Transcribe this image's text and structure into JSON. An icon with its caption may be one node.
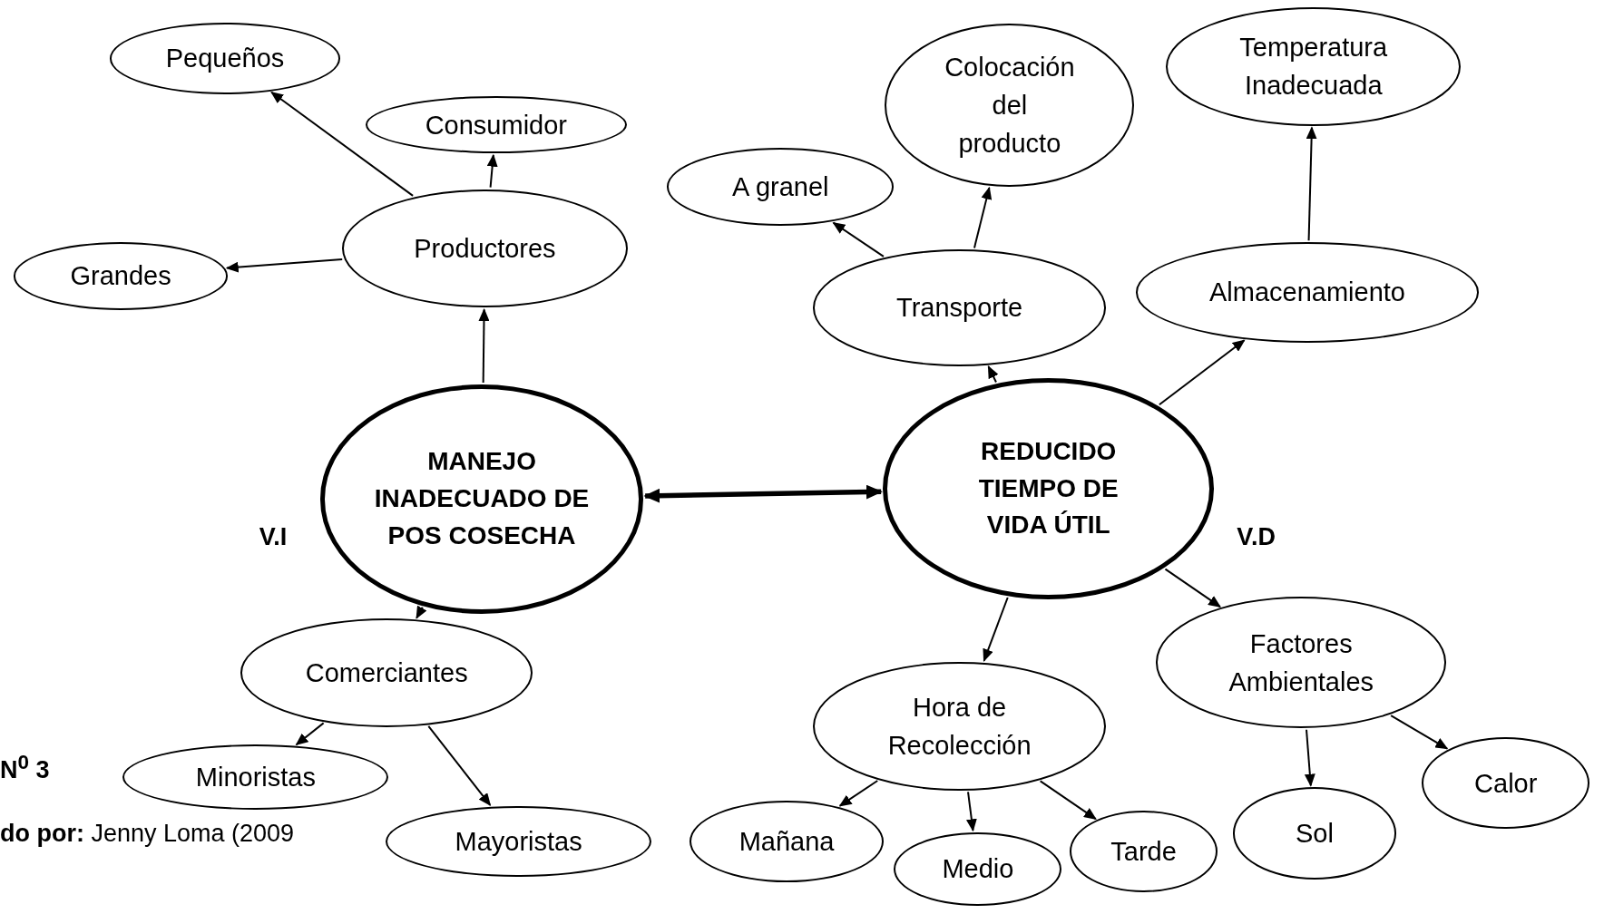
{
  "diagram": {
    "nodes": [
      {
        "text": [
          "Pequeños"
        ]
      },
      {
        "text": [
          "Consumidor"
        ]
      },
      {
        "text": [
          "Grandes"
        ]
      },
      {
        "text": [
          "Productores"
        ]
      },
      {
        "text": [
          "Colocación del producto"
        ]
      },
      {
        "text": [
          "Temperatura Inadecuada"
        ]
      },
      {
        "text": [
          "A granel"
        ]
      },
      {
        "text": [
          "Transporte"
        ]
      },
      {
        "text": [
          "Almacenamiento"
        ]
      },
      {
        "text": [
          "MANEJO INADECUADO DE POS COSECHA"
        ]
      },
      {
        "text": [
          "REDUCIDO TIEMPO DE VIDA ÚTIL"
        ]
      },
      {
        "text": [
          "Comerciantes"
        ]
      },
      {
        "text": [
          "Hora de Recolección"
        ]
      },
      {
        "text": [
          "Factores Ambientales"
        ]
      },
      {
        "text": [
          "Minoristas"
        ]
      },
      {
        "text": [
          "Mayoristas"
        ]
      },
      {
        "text": [
          "Mañana"
        ]
      },
      {
        "text": [
          "Medio"
        ]
      },
      {
        "text": [
          "Tarde"
        ]
      },
      {
        "text": [
          "Sol"
        ]
      },
      {
        "text": [
          "Calor"
        ]
      }
    ],
    "edges": [
      {
        "from": 3,
        "to": 0,
        "arrow": "to"
      },
      {
        "from": 3,
        "to": 1,
        "arrow": "to"
      },
      {
        "from": 3,
        "to": 2,
        "arrow": "to"
      },
      {
        "from": 9,
        "to": 3,
        "arrow": "to"
      },
      {
        "from": 9,
        "to": 10,
        "arrow": "both",
        "style": "thick"
      },
      {
        "from": 7,
        "to": 6,
        "arrow": "to"
      },
      {
        "from": 7,
        "to": 4,
        "arrow": "to"
      },
      {
        "from": 8,
        "to": 5,
        "arrow": "to"
      },
      {
        "from": 10,
        "to": 7,
        "arrow": "to"
      },
      {
        "from": 10,
        "to": 8,
        "arrow": "to"
      },
      {
        "from": 9,
        "to": 11,
        "arrow": "to"
      },
      {
        "from": 10,
        "to": 12,
        "arrow": "to"
      },
      {
        "from": 10,
        "to": 13,
        "arrow": "to"
      },
      {
        "from": 11,
        "to": 14,
        "arrow": "to"
      },
      {
        "from": 11,
        "to": 15,
        "arrow": "to"
      },
      {
        "from": 12,
        "to": 16,
        "arrow": "to"
      },
      {
        "from": 12,
        "to": 17,
        "arrow": "to"
      },
      {
        "from": 12,
        "to": 18,
        "arrow": "to"
      },
      {
        "from": 13,
        "to": 19,
        "arrow": "to"
      },
      {
        "from": 13,
        "to": 20,
        "arrow": "to"
      }
    ],
    "labels": [
      "V.I",
      "V.D",
      "N$^{0}$ 3",
      "**do por:** Jenny Loma (2009"
    ]
  }
}
